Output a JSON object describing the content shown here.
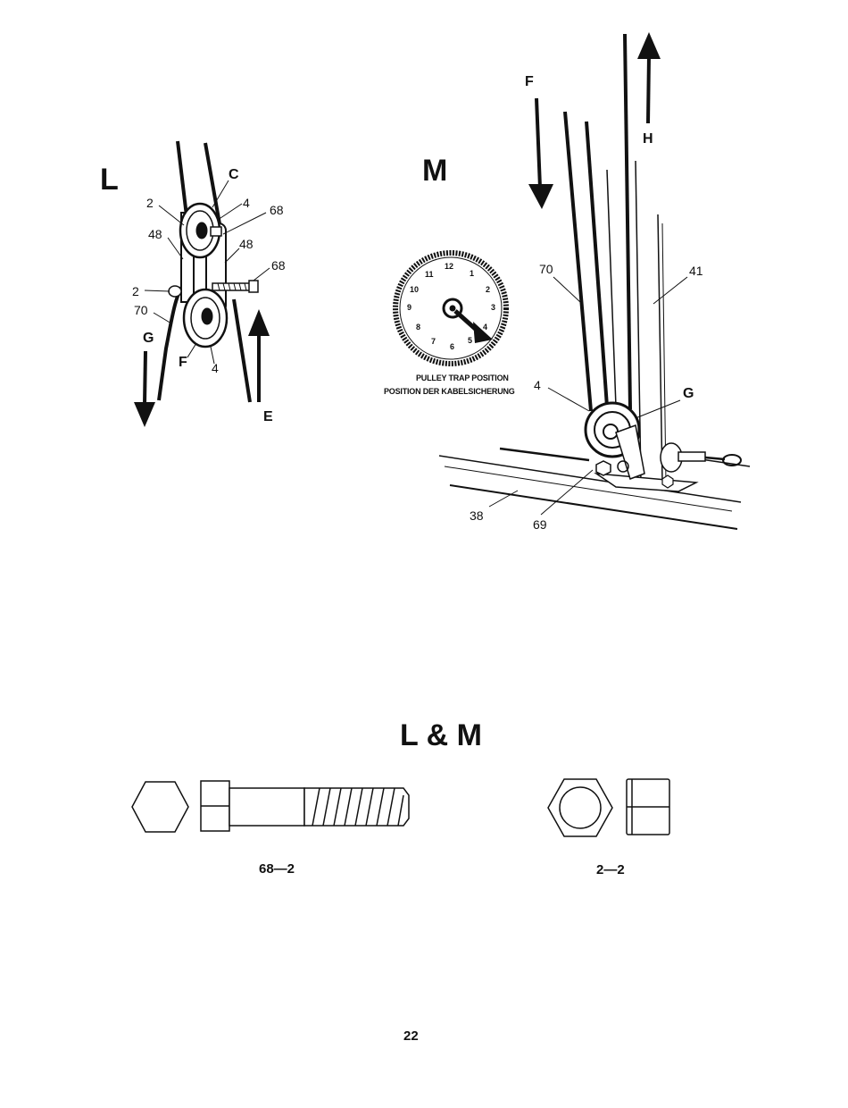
{
  "panel_l": {
    "title": "L",
    "callouts": {
      "c": "C",
      "n2a": "2",
      "n4a": "4",
      "n68a": "68",
      "n48a": "48",
      "n48b": "48",
      "n68b": "68",
      "n2b": "2",
      "n70": "70",
      "g": "G",
      "f": "F",
      "n4b": "4",
      "e": "E"
    }
  },
  "panel_m": {
    "title": "M",
    "callouts": {
      "f": "F",
      "h": "H",
      "n70": "70",
      "n41": "41",
      "n4": "4",
      "g": "G",
      "n38": "38",
      "n69": "69"
    },
    "dial": {
      "numbers": [
        "12",
        "1",
        "2",
        "3",
        "4",
        "5",
        "6",
        "7",
        "8",
        "9",
        "10",
        "11"
      ],
      "caption_en": "PULLEY TRAP POSITION",
      "caption_de": "POSITION DER KABELSICHERUNG"
    }
  },
  "hardware": {
    "title": "L & M",
    "bolt_label": "68—2",
    "nut_label": "2—2"
  },
  "page_number": "22"
}
